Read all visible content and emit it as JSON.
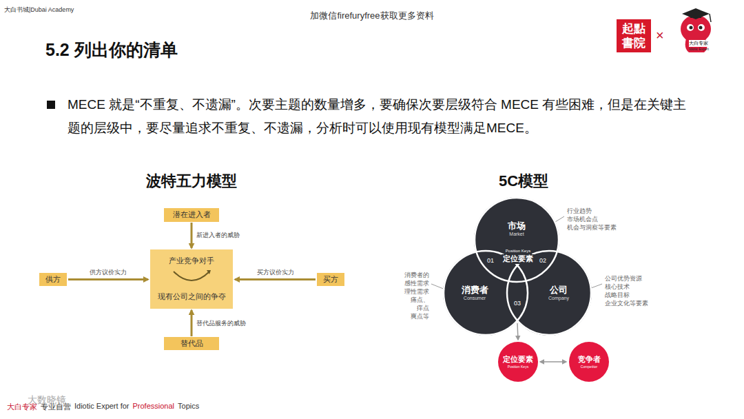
{
  "diagram": {
    "title": "5.2 列出你的清单",
    "nodes": [
      {
        "text": [
          "起點書院"
        ]
      },
      {
        "text": [
          "潜在进入者"
        ]
      },
      {
        "text": [
          "产业竞争对手",
          "现有公司之间的争夺"
        ]
      },
      {
        "text": [
          "供方"
        ]
      },
      {
        "text": [
          "买方"
        ]
      },
      {
        "text": [
          "替代品"
        ]
      },
      {
        "text": [
          "市场",
          "Market"
        ]
      },
      {
        "text": [
          "Position Keys",
          "定位要素"
        ]
      },
      {
        "text": [
          "消费者",
          "Consumer"
        ]
      },
      {
        "text": [
          "公司",
          "Company"
        ]
      },
      {
        "text": [
          "定位要素",
          "Position Keys"
        ]
      },
      {
        "text": [
          "竞争者",
          "Competitor"
        ]
      }
    ],
    "edges": [
      {
        "from": 1,
        "to": 2,
        "arrow": "to",
        "label": "新进入者的威胁"
      },
      {
        "from": 3,
        "to": 2,
        "arrow": "to",
        "label": "供方议价实力"
      },
      {
        "from": 4,
        "to": 2,
        "arrow": "to",
        "label": "买方议价实力"
      },
      {
        "from": 5,
        "to": 2,
        "arrow": "to",
        "label": "替代品服务的威胁"
      },
      {
        "from": 8,
        "to": 10,
        "arrow": "to"
      },
      {
        "from": 10,
        "to": 11,
        "arrow": "both"
      }
    ],
    "labels": [
      "大白书城|Dubai Academy",
      "加微信firefuryfree获取更多资料",
      "×",
      "大白专家",
      "Idiotic Expert",
      "MECE 就是“不重复、不遗漏”。次要主题的数量增多，要确保次要层级符合 MECE 有些困难，但是在关键主题的层级中，要尽量追求不重复、不遗漏，分析时可以使用现有模型满足MECE。",
      "波特五力模型",
      "5C模型",
      "01",
      "02",
      "03",
      "行业趋势 市场机会点 机会与洞察等要素",
      "消费者的 感性需求 理性需求 痛点、痒点 爽点等",
      "公司优势资源 核心技术 战略目标 企业文化等要素",
      "大白专家",
      "专业自营",
      "Idiotic Expert for",
      "Professional",
      "Topics",
      "大数晓镜"
    ]
  }
}
